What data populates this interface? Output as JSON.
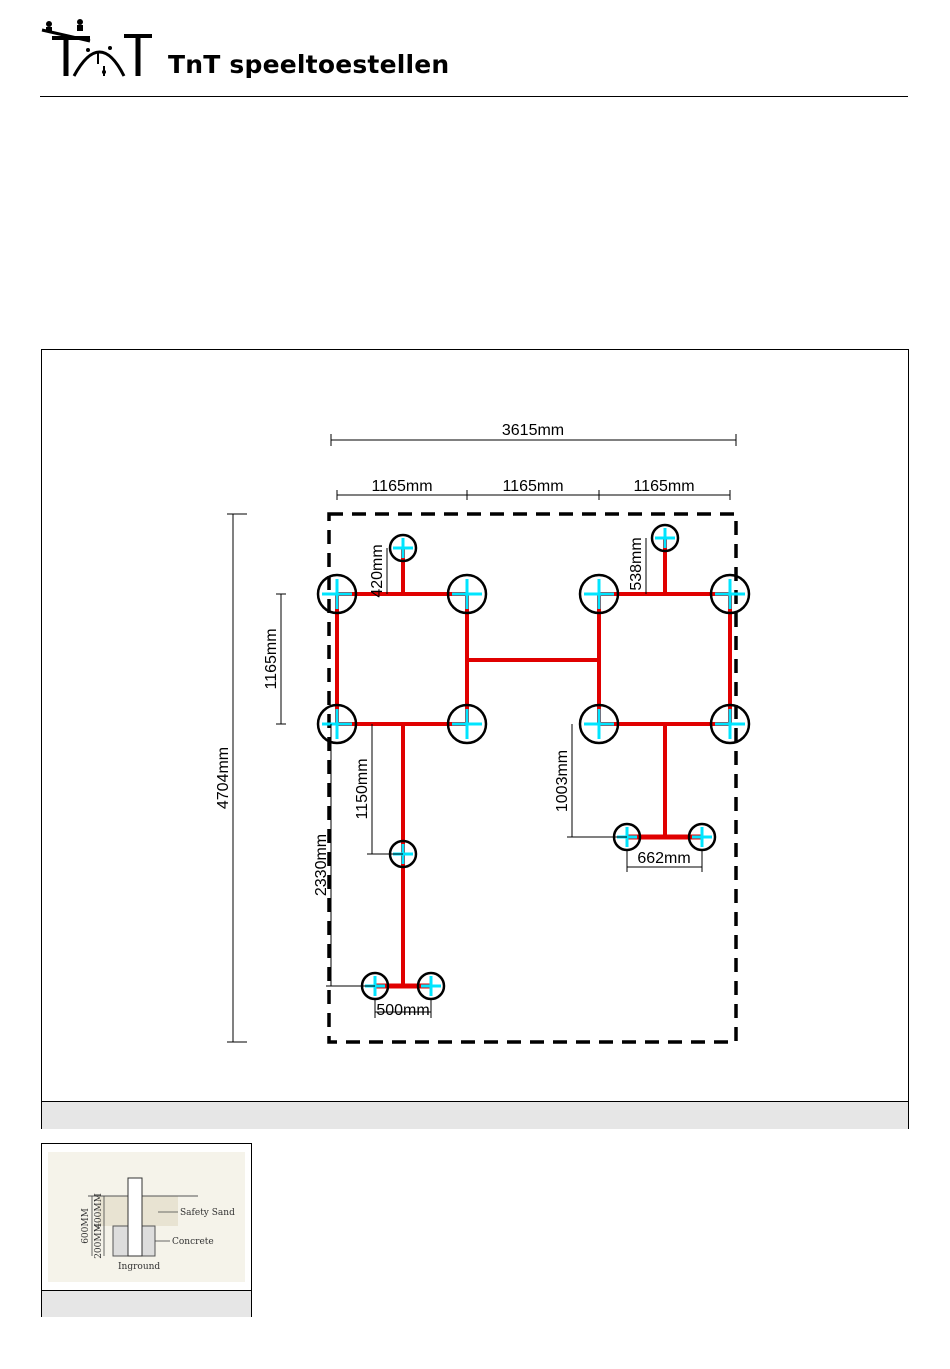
{
  "header": {
    "brand_name": "TnT speeltoestellen",
    "logo_icon": "tnt-seesaw-arch-logo"
  },
  "colors": {
    "frame_line": "#c00000",
    "post_cross": "#00e5ff",
    "outline": "#000000",
    "caption_bar": "#e6e6e6"
  },
  "plan": {
    "dimensions": {
      "overall_width": "3615mm",
      "segment_1": "1165mm",
      "segment_2": "1165mm",
      "segment_3": "1165mm",
      "overall_depth": "4704mm",
      "left_module_height": "1165mm",
      "top_left_post_offset": "420mm",
      "top_right_post_offset": "538mm",
      "ladder_drop": "1150mm",
      "left_arm_total": "2330mm",
      "bottom_pair_spacing": "500mm",
      "right_drop": "1003mm",
      "right_pair_spacing": "662mm"
    }
  },
  "foundation": {
    "label_safety_sand": "Safety Sand",
    "label_concrete": "Concrete",
    "label_inground": "Inground",
    "depth_total": "600MM",
    "depth_top": "400MM",
    "depth_bottom": "200MM"
  }
}
